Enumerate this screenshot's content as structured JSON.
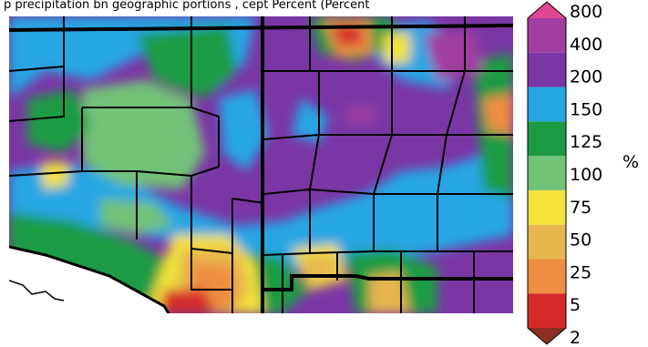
{
  "caption": "p  precipitation   bn  geographic portions  ,  cept Percent (Percent",
  "legend": {
    "unit": "%",
    "colors": [
      "#8b2d22",
      "#d42a2a",
      "#ee8e42",
      "#e8b64e",
      "#f2e23a",
      "#72c278",
      "#1c9b44",
      "#25a6e3",
      "#7b36a5",
      "#a13ca0",
      "#e0458f"
    ],
    "labels": [
      "2",
      "5",
      "25",
      "50",
      "75",
      "100",
      "125",
      "150",
      "200",
      "400",
      "800"
    ]
  },
  "map": {
    "description_colors": {
      "base": "#7b36a5",
      "wet_low": "#25a6e3",
      "green": "#1c9b44",
      "light_green": "#72c278",
      "yellow": "#f2e23a",
      "tan": "#e8b64e",
      "orange": "#ee8e42",
      "red": "#d42a2a",
      "magenta": "#a13ca0"
    }
  }
}
